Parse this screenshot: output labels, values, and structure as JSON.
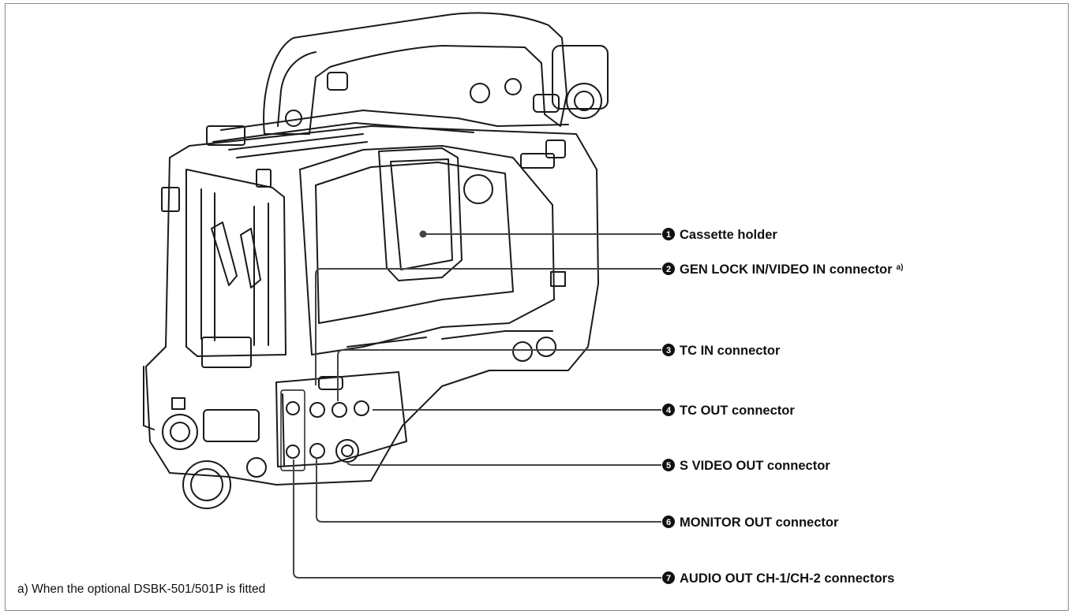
{
  "callouts": [
    {
      "number": "1",
      "label": "Cassette holder",
      "note": ""
    },
    {
      "number": "2",
      "label": "GEN LOCK IN/VIDEO IN connector",
      "note": "a)"
    },
    {
      "number": "3",
      "label": "TC IN connector",
      "note": ""
    },
    {
      "number": "4",
      "label": "TC OUT connector",
      "note": ""
    },
    {
      "number": "5",
      "label": "S VIDEO OUT connector",
      "note": ""
    },
    {
      "number": "6",
      "label": "MONITOR OUT connector",
      "note": ""
    },
    {
      "number": "7",
      "label": "AUDIO OUT CH-1/CH-2 connectors",
      "note": ""
    }
  ],
  "footnote": "a) When the optional DSBK-501/501P is fitted",
  "colors": {
    "line": "#444444",
    "ink": "#111111",
    "frame": "#8c8c8c"
  },
  "illustration": "camcorder-line-drawing"
}
